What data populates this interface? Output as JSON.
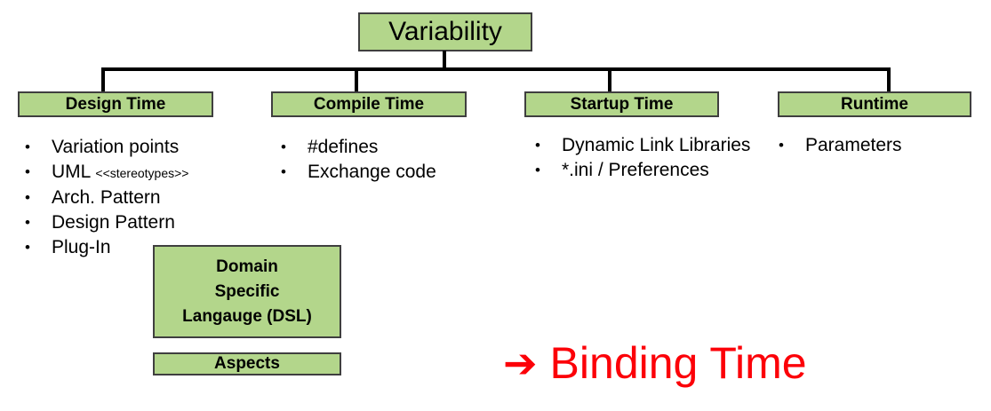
{
  "root": {
    "label": "Variability"
  },
  "columns": [
    {
      "header": "Design Time",
      "items": [
        {
          "text": "Variation points"
        },
        {
          "text": "UML ",
          "small": "<<stereotypes>>"
        },
        {
          "text": "Arch. Pattern"
        },
        {
          "text": "Design Pattern"
        },
        {
          "text": "Plug-In"
        }
      ]
    },
    {
      "header": "Compile Time",
      "items": [
        {
          "text": "#defines"
        },
        {
          "text": "Exchange code"
        }
      ]
    },
    {
      "header": "Startup Time",
      "items": [
        {
          "text": "Dynamic Link Libraries"
        },
        {
          "text": "*.ini / Preferences"
        }
      ]
    },
    {
      "header": "Runtime",
      "items": [
        {
          "text": "Parameters"
        }
      ]
    }
  ],
  "extra_boxes": {
    "dsl": {
      "line1": "Domain",
      "line2": "Specific",
      "line3": "Langauge (DSL)"
    },
    "aspects": {
      "label": "Aspects"
    }
  },
  "callout": {
    "arrow": "➔",
    "label": "Binding Time",
    "color": "#fc0008"
  },
  "bullet_glyph": "•",
  "colors": {
    "box_fill": "#b3d68b",
    "box_border": "#3f3f3f",
    "line": "#000000",
    "text": "#000000",
    "accent_red": "#fc0008"
  }
}
